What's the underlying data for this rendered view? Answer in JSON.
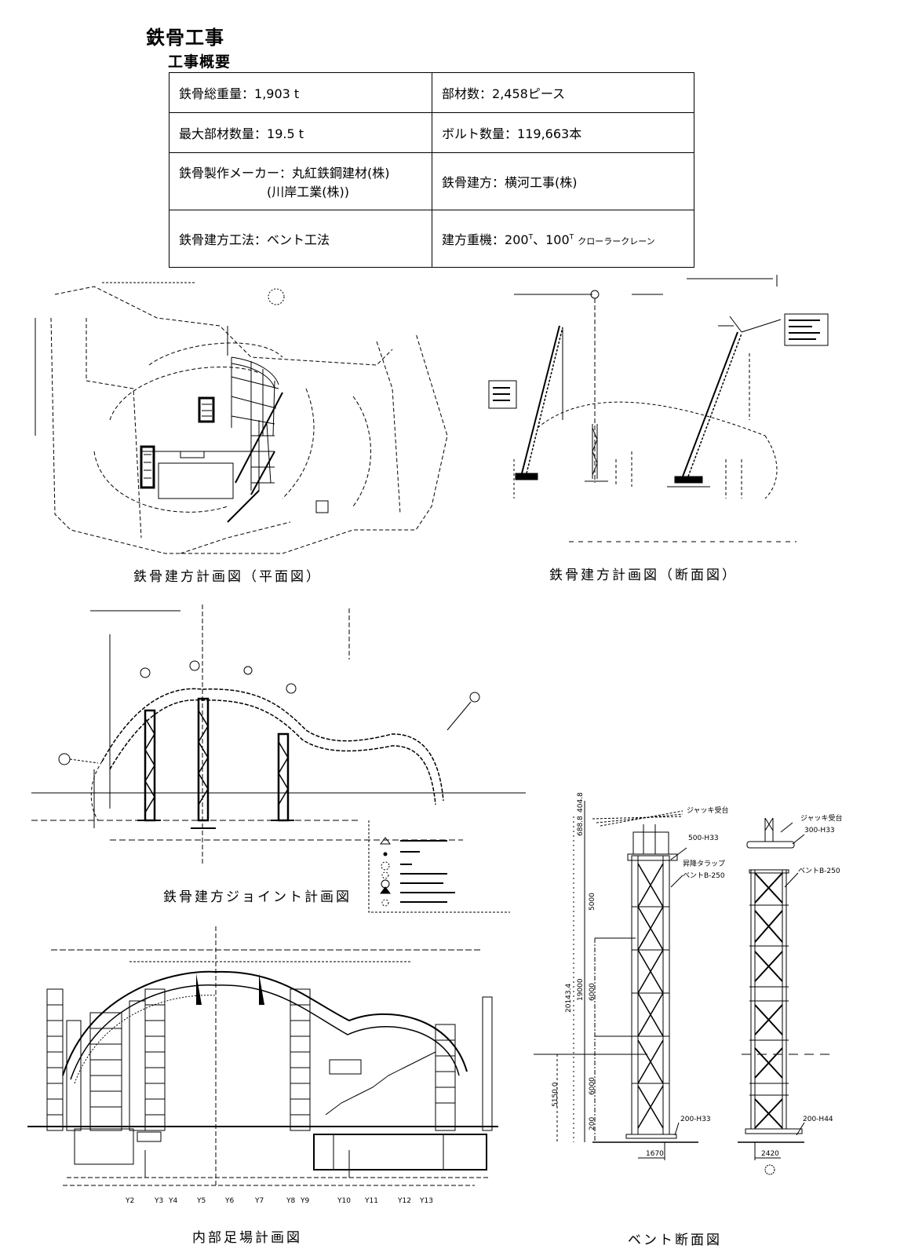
{
  "page": {
    "title": "鉄骨工事",
    "subtitle": "工事概要"
  },
  "summary": {
    "rows": [
      {
        "left": {
          "label": "鉄骨総重量",
          "value": "1,903 t"
        },
        "right": {
          "label": "部材数",
          "value": "2,458ピース"
        }
      },
      {
        "left": {
          "label": "最大部材数量",
          "value": "19.5 t"
        },
        "right": {
          "label": "ボルト数量",
          "value": "119,663本"
        }
      },
      {
        "left": {
          "label": "鉄骨製作メーカー",
          "value": "丸紅鉄鋼建材(株)",
          "value2": "(川岸工業(株))"
        },
        "right": {
          "label": "鉄骨建方",
          "value": "横河工事(株)"
        }
      },
      {
        "left": {
          "label": "鉄骨建方工法",
          "value": "ベント工法"
        },
        "right": {
          "label": "建方重機",
          "value_a": "200",
          "sup_a": "T",
          "sep": "、",
          "value_b": "100",
          "sup_b": "T",
          "suffix": "クローラークレーン"
        }
      }
    ],
    "colon": "："
  },
  "figures": {
    "plan": {
      "caption": "鉄骨建方計画図（平面図）"
    },
    "section": {
      "caption": "鉄骨建方計画図（断面図）"
    },
    "joint": {
      "caption": "鉄骨建方ジョイント計画図"
    },
    "scaffold": {
      "caption": "内部足場計画図",
      "grid_labels": [
        "Y2",
        "Y3",
        "Y4",
        "Y5",
        "Y6",
        "Y7",
        "Y8",
        "Y9",
        "Y10",
        "Y11",
        "Y12",
        "Y13"
      ]
    },
    "bent": {
      "caption": "ベント断面図",
      "labels": {
        "jack_left": "ジャッキ受台",
        "jack_right": "ジャッキ受台",
        "beam_left": "500-H33",
        "beam_right": "300-H33",
        "ladder": "昇降タラップ",
        "bent_left": "ベントB-250",
        "bent_right": "ベントB-250",
        "base_left": "200-H33",
        "base_right": "200-H44",
        "width_left": "1670",
        "width_right": "2420",
        "total_height": "20143.4",
        "height_19000": "19000",
        "seg_5000": "5000",
        "seg_6000a": "6000",
        "seg_6000b": "6000",
        "seg_200": "200",
        "dim_5150": "5150.0",
        "dim_404": "404.8",
        "dim_688": "688.8"
      }
    }
  }
}
